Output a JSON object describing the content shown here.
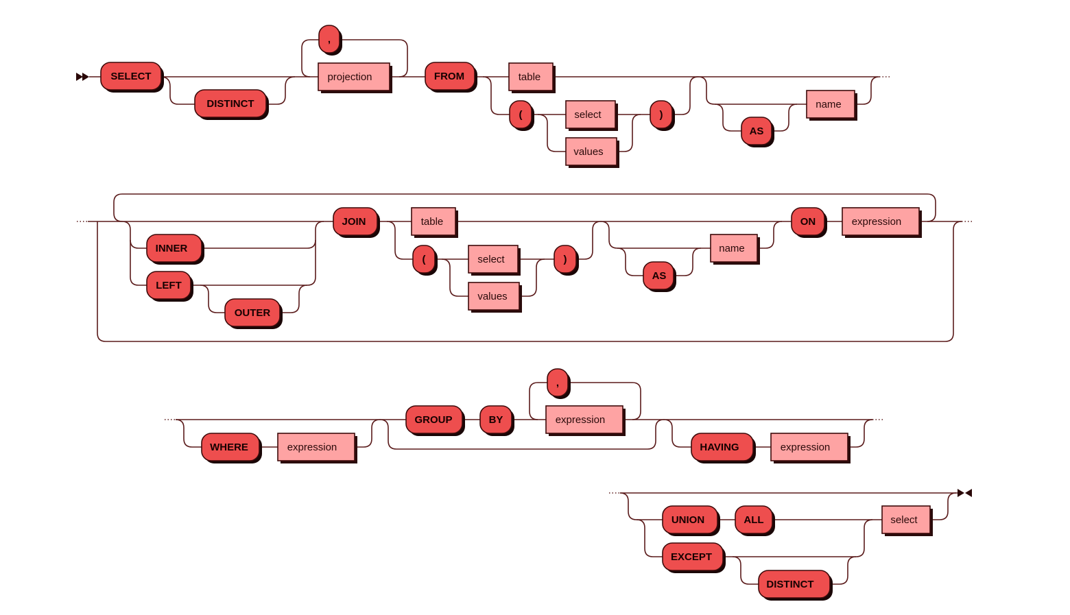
{
  "diagram": {
    "rows": [
      {
        "id": "select-from",
        "nodes": [
          {
            "kind": "keyword",
            "label": "SELECT"
          },
          {
            "kind": "keyword",
            "label": "DISTINCT"
          },
          {
            "kind": "keyword",
            "label": ","
          },
          {
            "kind": "nonterminal",
            "label": "projection"
          },
          {
            "kind": "keyword",
            "label": "FROM"
          },
          {
            "kind": "nonterminal",
            "label": "table"
          },
          {
            "kind": "keyword",
            "label": "("
          },
          {
            "kind": "nonterminal",
            "label": "select"
          },
          {
            "kind": "nonterminal",
            "label": "values"
          },
          {
            "kind": "keyword",
            "label": ")"
          },
          {
            "kind": "keyword",
            "label": "AS"
          },
          {
            "kind": "nonterminal",
            "label": "name"
          }
        ]
      },
      {
        "id": "join",
        "nodes": [
          {
            "kind": "keyword",
            "label": "INNER"
          },
          {
            "kind": "keyword",
            "label": "LEFT"
          },
          {
            "kind": "keyword",
            "label": "OUTER"
          },
          {
            "kind": "keyword",
            "label": "JOIN"
          },
          {
            "kind": "nonterminal",
            "label": "table"
          },
          {
            "kind": "keyword",
            "label": "("
          },
          {
            "kind": "nonterminal",
            "label": "select"
          },
          {
            "kind": "nonterminal",
            "label": "values"
          },
          {
            "kind": "keyword",
            "label": ")"
          },
          {
            "kind": "keyword",
            "label": "AS"
          },
          {
            "kind": "nonterminal",
            "label": "name"
          },
          {
            "kind": "keyword",
            "label": "ON"
          },
          {
            "kind": "nonterminal",
            "label": "expression"
          }
        ]
      },
      {
        "id": "where-group-having",
        "nodes": [
          {
            "kind": "keyword",
            "label": "WHERE"
          },
          {
            "kind": "nonterminal",
            "label": "expression"
          },
          {
            "kind": "keyword",
            "label": "GROUP"
          },
          {
            "kind": "keyword",
            "label": "BY"
          },
          {
            "kind": "keyword",
            "label": ","
          },
          {
            "kind": "nonterminal",
            "label": "expression"
          },
          {
            "kind": "keyword",
            "label": "HAVING"
          },
          {
            "kind": "nonterminal",
            "label": "expression"
          }
        ]
      },
      {
        "id": "set-operations",
        "nodes": [
          {
            "kind": "keyword",
            "label": "UNION"
          },
          {
            "kind": "keyword",
            "label": "ALL"
          },
          {
            "kind": "nonterminal",
            "label": "select"
          },
          {
            "kind": "keyword",
            "label": "EXCEPT"
          },
          {
            "kind": "keyword",
            "label": "DISTINCT"
          }
        ]
      }
    ]
  }
}
